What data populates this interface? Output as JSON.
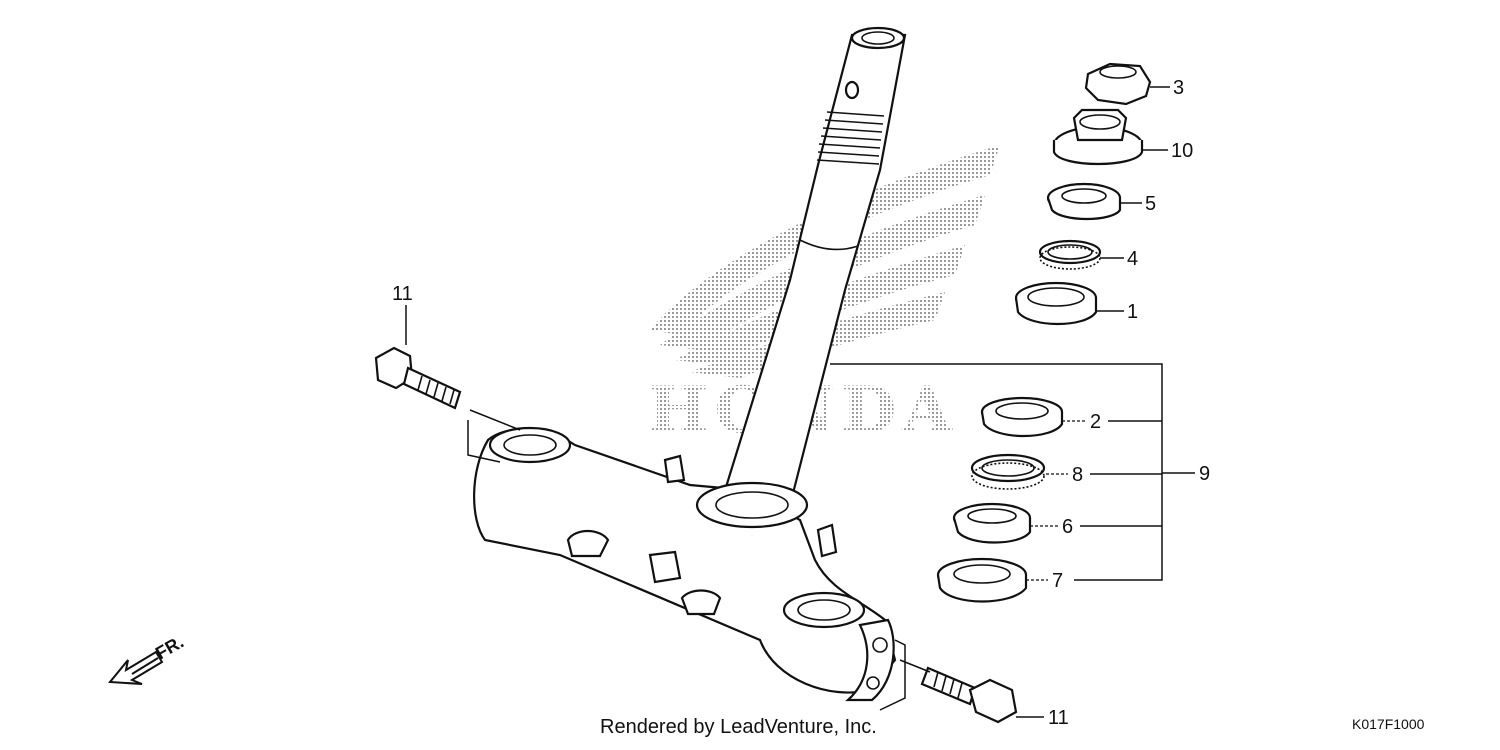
{
  "watermark": {
    "logo_text": "HONDA"
  },
  "callouts": {
    "c1": "1",
    "c2": "2",
    "c3": "3",
    "c4": "4",
    "c5": "5",
    "c6": "6",
    "c7": "7",
    "c8": "8",
    "c9": "9",
    "c10": "10",
    "c11_top": "11",
    "c11_bottom": "11"
  },
  "direction": {
    "label": "FR."
  },
  "footer": {
    "credit": "Rendered by LeadVenture, Inc.",
    "diagram_code": "K017F1000"
  },
  "colors": {
    "line": "#111111",
    "watermark": "#b3b3b3",
    "background": "#ffffff"
  }
}
